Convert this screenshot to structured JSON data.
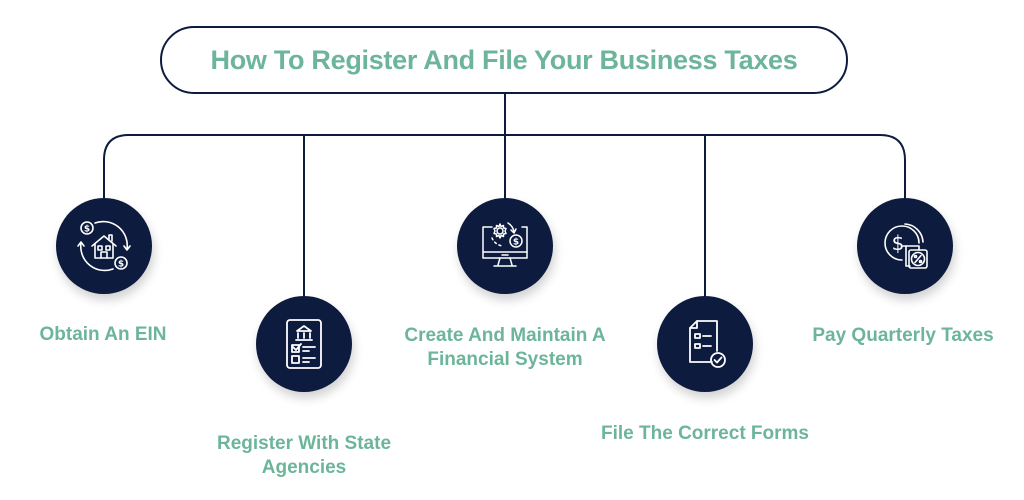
{
  "title": "How To Register And File Your Business Taxes",
  "colors": {
    "accent_text": "#6db59a",
    "navy": "#0d1b3e",
    "background": "#ffffff"
  },
  "steps": [
    {
      "label": "Obtain An EIN",
      "icon": "house-money-cycle-icon"
    },
    {
      "label": "Register With State Agencies",
      "icon": "checklist-bank-icon"
    },
    {
      "label": "Create And Maintain A Financial System",
      "icon": "monitor-gear-dollar-icon"
    },
    {
      "label": "File The Correct Forms",
      "icon": "document-check-icon"
    },
    {
      "label": "Pay Quarterly Taxes",
      "icon": "dollar-coin-percent-icon"
    }
  ]
}
